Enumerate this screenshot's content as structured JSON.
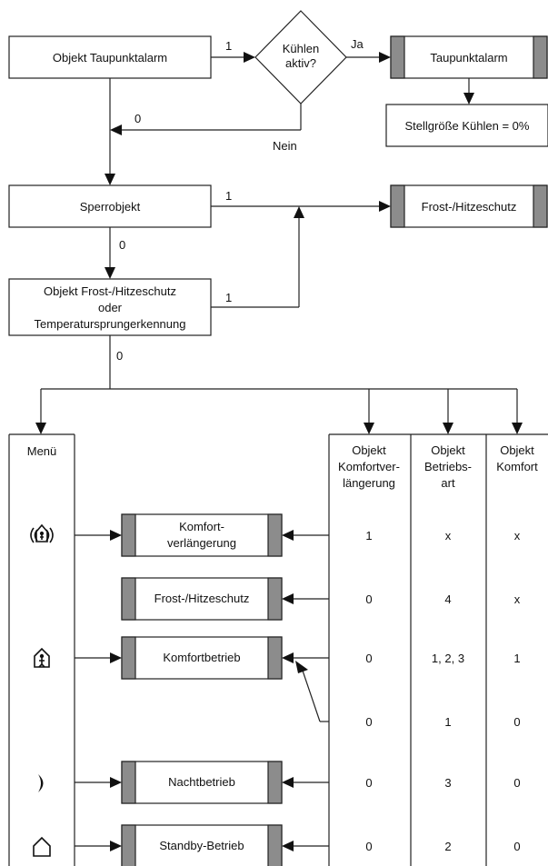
{
  "flow": {
    "obj_taupunkt": "Objekt Taupunktalarm",
    "kuehlen_l1": "Kühlen",
    "kuehlen_l2": "aktiv?",
    "taupunktalarm": "Taupunktalarm",
    "stellgroesse": "Stellgröße Kühlen = 0%",
    "sperrobjekt": "Sperrobjekt",
    "frost_top": "Frost-/Hitzeschutz",
    "obj_frost_l1": "Objekt Frost-/Hitzeschutz",
    "obj_frost_l2": "oder",
    "obj_frost_l3": "Temperatursprungerkennung",
    "lbl_1a": "1",
    "lbl_ja": "Ja",
    "lbl_0a": "0",
    "lbl_nein": "Nein",
    "lbl_1b": "1",
    "lbl_0b": "0",
    "lbl_1c": "1",
    "lbl_0c": "0"
  },
  "table": {
    "menu_header": "Menü",
    "col1_l1": "Objekt",
    "col1_l2": "Komfortver-",
    "col1_l3": "längerung",
    "col2_l1": "Objekt",
    "col2_l2": "Betriebs-",
    "col2_l3": "art",
    "col3_l1": "Objekt",
    "col3_l2": "Komfort",
    "rows": [
      {
        "c1": "1",
        "c2": "x",
        "c3": "x"
      },
      {
        "c1": "0",
        "c2": "4",
        "c3": "x"
      },
      {
        "c1": "0",
        "c2": "1, 2, 3",
        "c3": "1"
      },
      {
        "c1": "0",
        "c2": "1",
        "c3": "0"
      },
      {
        "c1": "0",
        "c2": "3",
        "c3": "0"
      },
      {
        "c1": "0",
        "c2": "2",
        "c3": "0"
      }
    ]
  },
  "modes": {
    "komfortverl_l1": "Komfort-",
    "komfortverl_l2": "verlängerung",
    "frost": "Frost-/Hitzeschutz",
    "komfortbetrieb": "Komfortbetrieb",
    "nachtbetrieb": "Nachtbetrieb",
    "standby": "Standby-Betrieb"
  },
  "icons": {
    "comfort_extension": "comfort-extension-icon",
    "comfort": "house-comfort-icon",
    "night": "crescent-moon-icon",
    "standby": "house-outline-icon"
  }
}
